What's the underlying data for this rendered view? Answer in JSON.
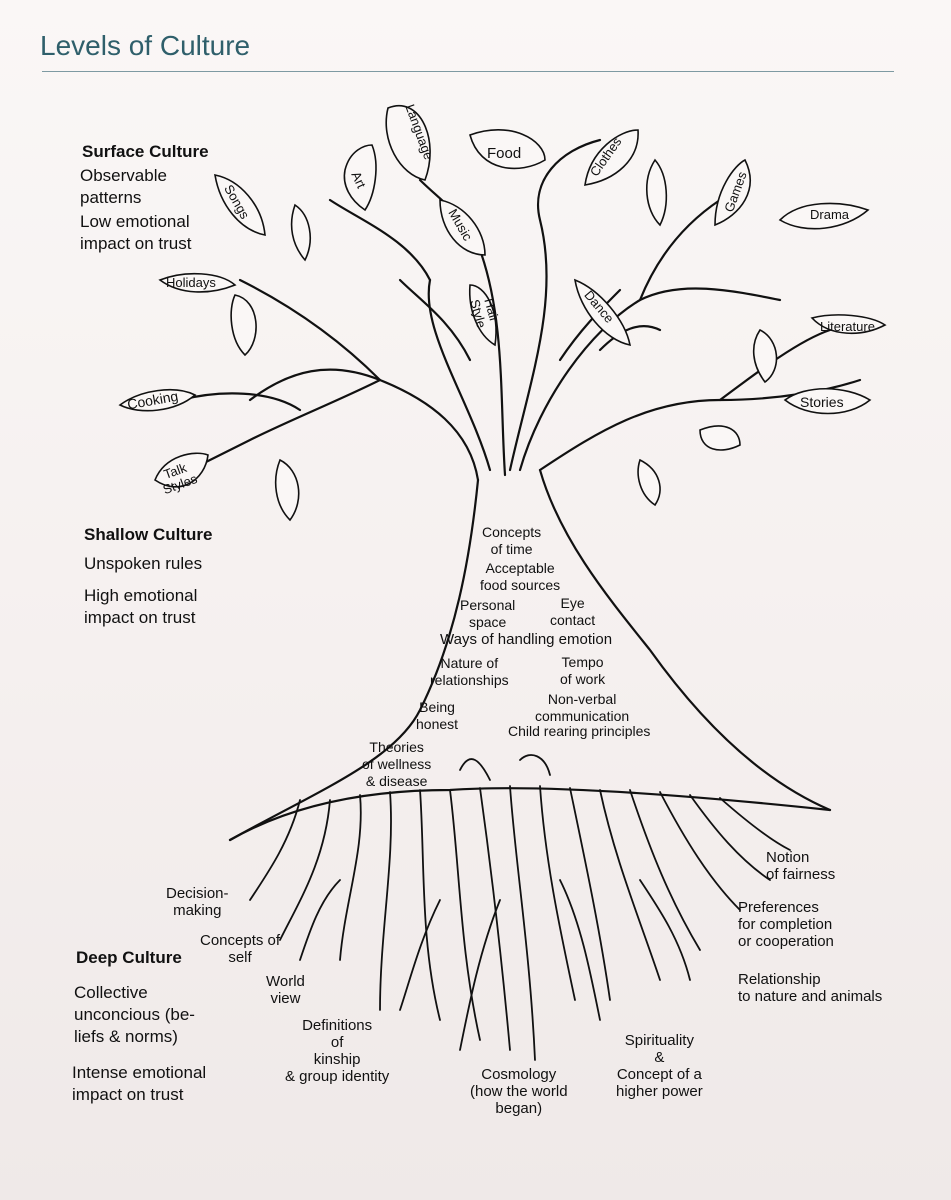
{
  "title": "Levels of Culture",
  "surface": {
    "heading": "Surface Culture",
    "line1": "Observable\npatterns",
    "line2": "Low emotional\nimpact on trust"
  },
  "shallow": {
    "heading": "Shallow Culture",
    "line1": "Unspoken rules",
    "line2": "High emotional\nimpact on trust"
  },
  "deep": {
    "heading": "Deep Culture",
    "line1": "Collective\nunconcious (be-\nliefs & norms)",
    "line2": "Intense emotional\nimpact on trust"
  },
  "leaves": {
    "language": "Language",
    "food": "Food",
    "clothes": "Clothes",
    "games": "Games",
    "drama": "Drama",
    "art": "Art",
    "music": "Music",
    "songs": "Songs",
    "holidays": "Holidays",
    "hair_style": "Hair\nStyle",
    "dance": "Dance",
    "literature": "Literature",
    "cooking": "Cooking",
    "stories": "Stories",
    "talk_styles": "Talk\nStyles"
  },
  "trunk": {
    "time": "Concepts\nof time",
    "food": "Acceptable\nfood sources",
    "space": "Personal\nspace",
    "eye": "Eye\ncontact",
    "emotion": "Ways of handling emotion",
    "relationships": "Nature of\nrelationships",
    "tempo": "Tempo\nof work",
    "honest": "Being\nhonest",
    "nonverbal": "Non-verbal\ncommunication",
    "child": "Child rearing principles",
    "wellness": "Theories\nof wellness\n& disease"
  },
  "roots": {
    "decision": "Decision-\nmaking",
    "self": "Concepts of\nself",
    "worldview": "World\nview",
    "kinship": "Definitions\nof\nkinship\n& group identity",
    "cosmology": "Cosmology\n(how the world\nbegan)",
    "spirituality": "Spirituality\n&\nConcept of a\nhigher power",
    "nature": "Relationship\nto nature and animals",
    "completion": "Preferences\nfor completion\nor cooperation",
    "fairness": "Notion\nof fairness"
  }
}
